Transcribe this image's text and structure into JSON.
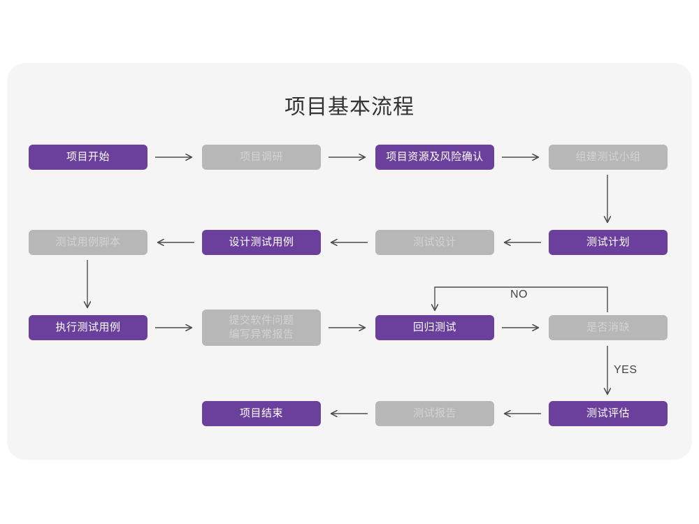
{
  "page": {
    "title": "项目基本流程",
    "background_color": "#ffffff",
    "card_color": "#f5f5f5"
  },
  "colors": {
    "accent_purple": "#6b409c",
    "muted_gray": "#b7b7b7",
    "gray_text": "#d3d3d3",
    "arrow": "#4d4d4d",
    "title_text": "#333333"
  },
  "flowchart": {
    "type": "flowchart",
    "nodes": [
      {
        "id": "n1",
        "label": "项目开始",
        "style": "purple",
        "row": 1,
        "col": 1
      },
      {
        "id": "n2",
        "label": "项目调研",
        "style": "gray",
        "row": 1,
        "col": 2
      },
      {
        "id": "n3",
        "label": "项目资源及风险确认",
        "style": "purple",
        "row": 1,
        "col": 3
      },
      {
        "id": "n4",
        "label": "组建测试小组",
        "style": "gray",
        "row": 1,
        "col": 4
      },
      {
        "id": "n5",
        "label": "测试用例脚本",
        "style": "gray",
        "row": 2,
        "col": 1
      },
      {
        "id": "n6",
        "label": "设计测试用例",
        "style": "purple",
        "row": 2,
        "col": 2
      },
      {
        "id": "n7",
        "label": "测试设计",
        "style": "gray",
        "row": 2,
        "col": 3
      },
      {
        "id": "n8",
        "label": "测试计划",
        "style": "purple",
        "row": 2,
        "col": 4
      },
      {
        "id": "n9",
        "label": "执行测试用例",
        "style": "purple",
        "row": 3,
        "col": 1
      },
      {
        "id": "n10",
        "label": "提交软件问题\n编写异常报告",
        "style": "gray",
        "row": 3,
        "col": 2
      },
      {
        "id": "n11",
        "label": "回归测试",
        "style": "purple",
        "row": 3,
        "col": 3
      },
      {
        "id": "n12",
        "label": "是否消缺",
        "style": "gray",
        "row": 3,
        "col": 4
      },
      {
        "id": "n13",
        "label": "项目结束",
        "style": "purple",
        "row": 4,
        "col": 2
      },
      {
        "id": "n14",
        "label": "测试报告",
        "style": "gray",
        "row": 4,
        "col": 3
      },
      {
        "id": "n15",
        "label": "测试评估",
        "style": "purple",
        "row": 4,
        "col": 4
      }
    ],
    "edges": [
      {
        "from": "n1",
        "to": "n2",
        "label": "",
        "direction": "right"
      },
      {
        "from": "n2",
        "to": "n3",
        "label": "",
        "direction": "right"
      },
      {
        "from": "n3",
        "to": "n4",
        "label": "",
        "direction": "right"
      },
      {
        "from": "n4",
        "to": "n8",
        "label": "",
        "direction": "down"
      },
      {
        "from": "n8",
        "to": "n7",
        "label": "",
        "direction": "left"
      },
      {
        "from": "n7",
        "to": "n6",
        "label": "",
        "direction": "left"
      },
      {
        "from": "n6",
        "to": "n5",
        "label": "",
        "direction": "left"
      },
      {
        "from": "n5",
        "to": "n9",
        "label": "",
        "direction": "down"
      },
      {
        "from": "n9",
        "to": "n10",
        "label": "",
        "direction": "right"
      },
      {
        "from": "n10",
        "to": "n11",
        "label": "",
        "direction": "right"
      },
      {
        "from": "n11",
        "to": "n12",
        "label": "",
        "direction": "right"
      },
      {
        "from": "n12",
        "to": "n11",
        "label": "NO",
        "direction": "loop-up-left"
      },
      {
        "from": "n12",
        "to": "n15",
        "label": "YES",
        "direction": "down"
      },
      {
        "from": "n15",
        "to": "n14",
        "label": "",
        "direction": "left"
      },
      {
        "from": "n14",
        "to": "n13",
        "label": "",
        "direction": "left"
      }
    ],
    "edge_labels": {
      "no": "NO",
      "yes": "YES"
    }
  }
}
